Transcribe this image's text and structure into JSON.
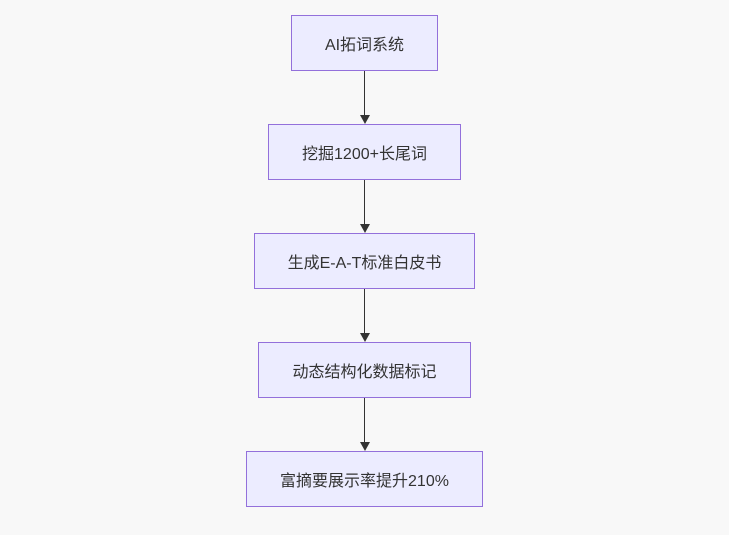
{
  "diagram": {
    "type": "flowchart",
    "direction": "top-down",
    "nodes": [
      {
        "label": "AI拓词系统"
      },
      {
        "label": "挖掘1200+长尾词"
      },
      {
        "label": "生成E-A-T标准白皮书"
      },
      {
        "label": "动态结构化数据标记"
      },
      {
        "label": "富摘要展示率提升210%"
      }
    ],
    "edges": [
      {
        "from": 0,
        "to": 1
      },
      {
        "from": 1,
        "to": 2
      },
      {
        "from": 2,
        "to": 3
      },
      {
        "from": 3,
        "to": 4
      }
    ],
    "colors": {
      "background": "#f8f8f8",
      "node_fill": "#ECECFF",
      "node_border": "#9370DB",
      "node_text": "#333333",
      "arrow": "#333333"
    }
  }
}
